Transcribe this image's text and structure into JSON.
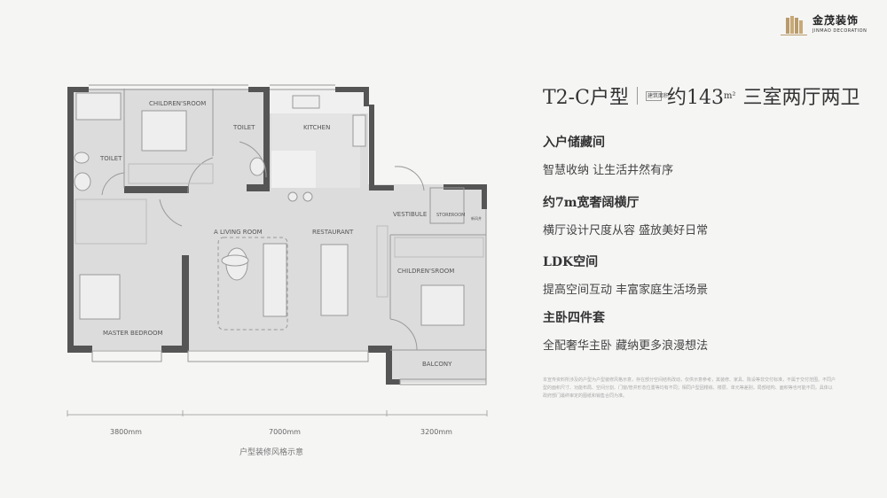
{
  "brand": {
    "name_cn": "金茂装饰",
    "name_en": "JINMAO DECORATION"
  },
  "unit": {
    "type": "T2-C户型",
    "area_tag": "建筑面积",
    "area": "约143",
    "area_unit": "m²",
    "layout": "三室两厅两卫"
  },
  "features": [
    {
      "heading": "入户储藏间",
      "desc": "智慧收纳 让生活井然有序"
    },
    {
      "heading": "约7m宽奢阔横厅",
      "desc": "横厅设计尺度从容 盛放美好日常"
    },
    {
      "heading": "LDK空间",
      "desc": "提高空间互动 丰富家庭生活场景"
    },
    {
      "heading": "主卧四件套",
      "desc": "全配奢华主卧 藏纳更多浪漫想法"
    }
  ],
  "disclaimer": "本宣传资料所涉及的户型为户型装修风格示意，存在部分空间结构改动，仅供示意参考，其装修、家具、陈设等非交付标准，不属于交付范围。不同户型的面积尺寸、功能布局、空间分割、门窗/管井形态位置等均有不同；相同户型因楼栋、楼层、单元等差别，局部结构、面积等也可能不同，具体以政府部门最终审定的图纸和销售合同为准。",
  "rooms": {
    "childrens_room_1": "CHILDREN'SROOM",
    "toilet_1": "TOILET",
    "toilet_2": "TOILET",
    "kitchen": "KITCHEN",
    "vestibule": "VESTIBULE",
    "storeroom": "STOREROOM",
    "shaft": "新风井",
    "living_room": "A LIVING ROOM",
    "restaurant": "RESTAURANT",
    "childrens_room_2": "CHILDREN'SROOM",
    "master_bedroom": "MASTER BEDROOM",
    "balcony": "BALCONY"
  },
  "dimensions": [
    "3800mm",
    "7000mm",
    "3200mm"
  ],
  "caption": "户型装修风格示意"
}
